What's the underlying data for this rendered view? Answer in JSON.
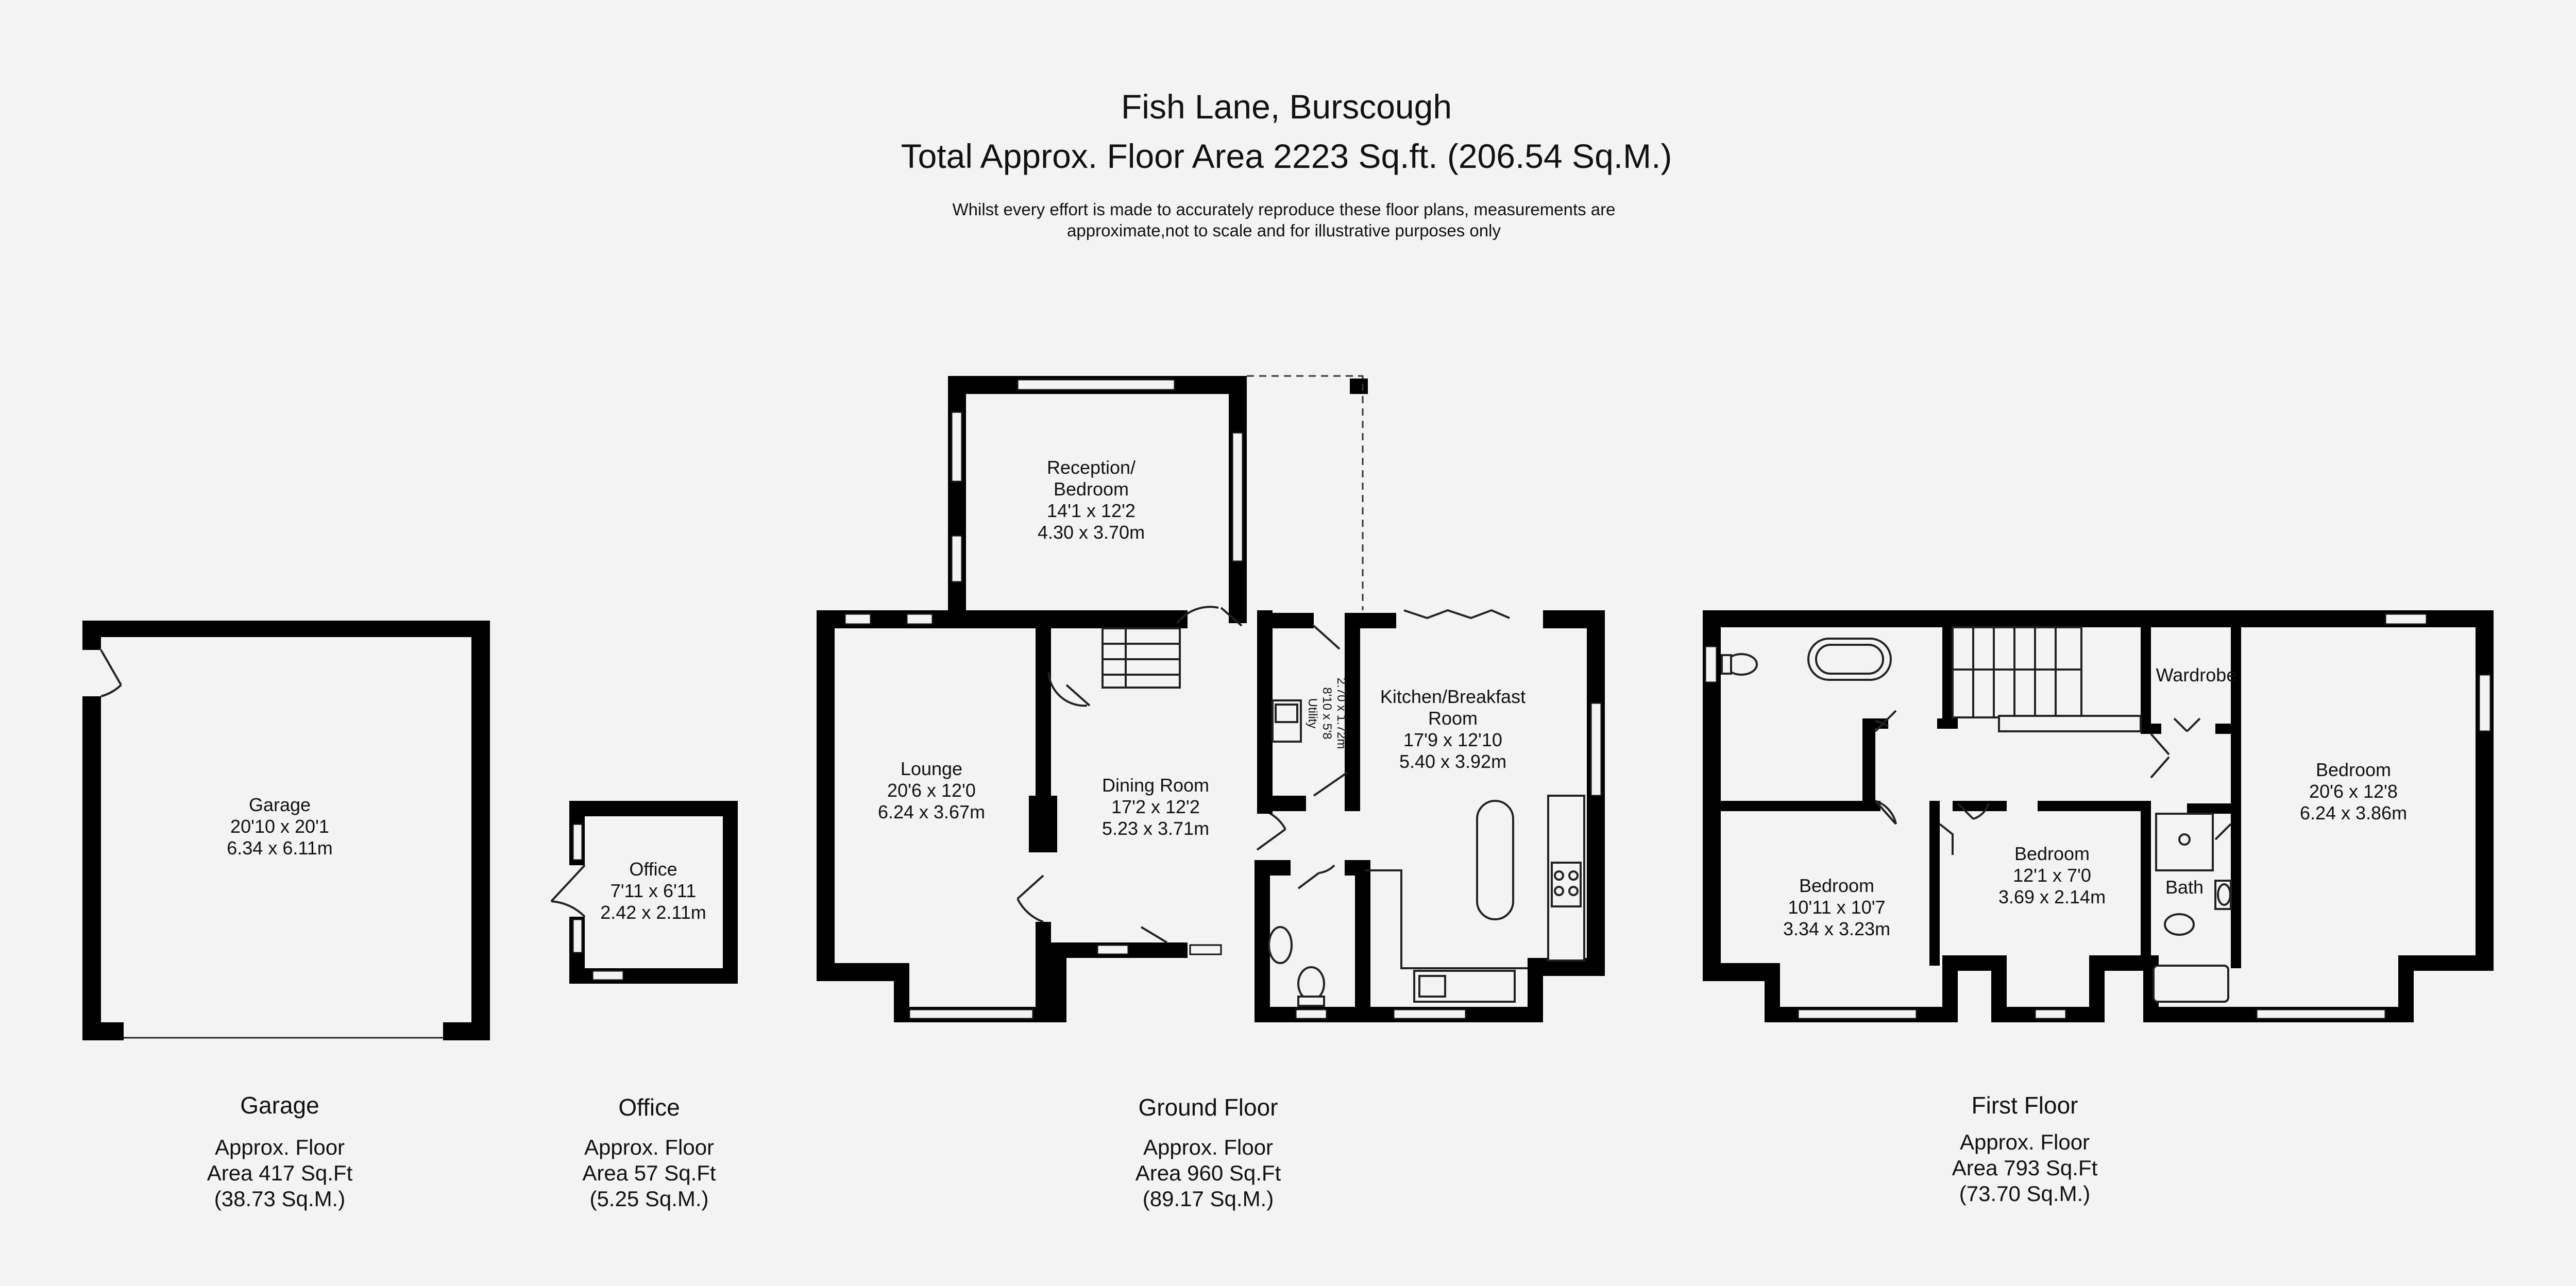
{
  "header": {
    "title": "Fish Lane, Burscough",
    "total_area": "Total Approx. Floor Area 2223 Sq.ft. (206.54 Sq.M.)",
    "disclaimer_line1": "Whilst every effort is made to accurately reproduce these floor plans, measurements are",
    "disclaimer_line2": "approximate,not to scale and for illustrative purposes only"
  },
  "rooms": {
    "garage": {
      "name": "Garage",
      "imperial": "20'10 x 20'1",
      "metric": "6.34 x 6.11m"
    },
    "office": {
      "name": "Office",
      "imperial": "7'11 x 6'11",
      "metric": "2.42 x 2.11m"
    },
    "reception": {
      "name_line1": "Reception/",
      "name_line2": "Bedroom",
      "imperial": "14'1 x 12'2",
      "metric": "4.30 x 3.70m"
    },
    "lounge": {
      "name": "Lounge",
      "imperial": "20'6 x 12'0",
      "metric": "6.24 x 3.67m"
    },
    "dining": {
      "name": "Dining Room",
      "imperial": "17'2 x 12'2",
      "metric": "5.23 x 3.71m"
    },
    "utility": {
      "name": "Utility",
      "imperial": "8'10 x 5'8",
      "metric": "2.70 x 1.72m"
    },
    "kitchen": {
      "name_line1": "Kitchen/Breakfast",
      "name_line2": "Room",
      "imperial": "17'9 x 12'10",
      "metric": "5.40 x 3.92m"
    },
    "bedroom_left": {
      "name": "Bedroom",
      "imperial": "10'11 x 10'7",
      "metric": "3.34 x 3.23m"
    },
    "bedroom_mid": {
      "name": "Bedroom",
      "imperial": "12'1 x 7'0",
      "metric": "3.69 x 2.14m"
    },
    "bedroom_right": {
      "name": "Bedroom",
      "imperial": "20'6 x 12'8",
      "metric": "6.24 x 3.86m"
    },
    "wardrobe": {
      "name": "Wardrobe"
    },
    "bath": {
      "name": "Bath"
    }
  },
  "sections": [
    {
      "name": "Garage",
      "line1": "Approx. Floor",
      "line2": "Area 417 Sq.Ft",
      "line3": "(38.73 Sq.M.)"
    },
    {
      "name": "Office",
      "line1": "Approx. Floor",
      "line2": "Area 57 Sq.Ft",
      "line3": "(5.25 Sq.M.)"
    },
    {
      "name": "Ground Floor",
      "line1": "Approx. Floor",
      "line2": "Area 960 Sq.Ft",
      "line3": "(89.17 Sq.M.)"
    },
    {
      "name": "First Floor",
      "line1": "Approx. Floor",
      "line2": "Area 793 Sq.Ft",
      "line3": "(73.70 Sq.M.)"
    }
  ]
}
